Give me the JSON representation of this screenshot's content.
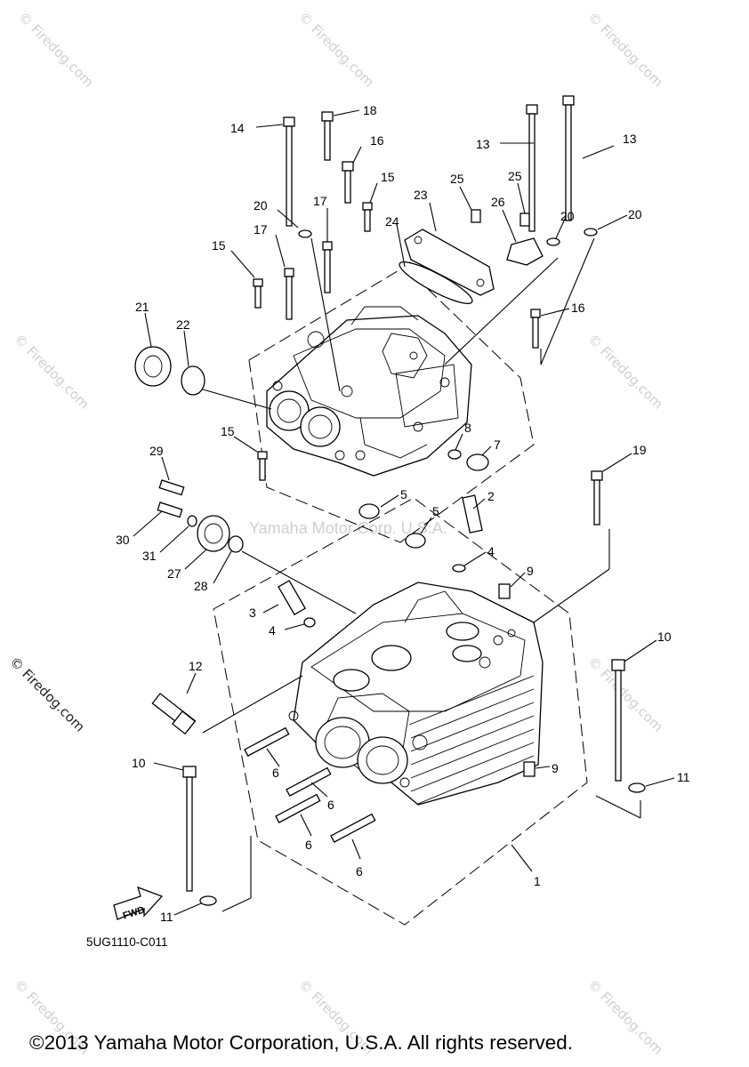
{
  "watermarks": {
    "site": "© Firedog.com",
    "center": "Yamaha Motor Corp. U.S.A."
  },
  "diagram_code": "5UG1110-C011",
  "copyright": "©2013 Yamaha Motor Corporation, U.S.A. All rights reserved.",
  "fwd_label": "FWD",
  "callouts": {
    "c1": "1",
    "c2": "2",
    "c3": "3",
    "c4a": "4",
    "c4b": "4",
    "c5a": "5",
    "c5b": "5",
    "c6a": "6",
    "c6b": "6",
    "c6c": "6",
    "c6d": "6",
    "c7": "7",
    "c8": "8",
    "c9a": "9",
    "c9b": "9",
    "c10a": "10",
    "c10b": "10",
    "c11a": "11",
    "c11b": "11",
    "c12": "12",
    "c13a": "13",
    "c13b": "13",
    "c14": "14",
    "c15a": "15",
    "c15b": "15",
    "c15c": "15",
    "c16a": "16",
    "c16b": "16",
    "c17a": "17",
    "c17b": "17",
    "c18": "18",
    "c19": "19",
    "c20a": "20",
    "c20b": "20",
    "c20c": "20",
    "c21": "21",
    "c22": "22",
    "c23": "23",
    "c24": "24",
    "c25a": "25",
    "c25b": "25",
    "c26": "26",
    "c27": "27",
    "c28": "28",
    "c29": "29",
    "c30": "30",
    "c31": "31"
  },
  "colors": {
    "line": "#000000",
    "watermark": "#cfcfcf",
    "background": "#ffffff"
  }
}
